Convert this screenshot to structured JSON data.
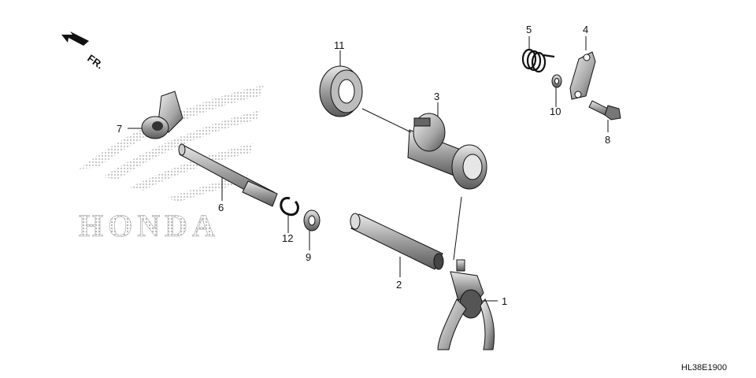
{
  "direction_label": "FR.",
  "watermark_text": "HONDA",
  "diagram_code": "HL38E1900",
  "callouts": [
    "1",
    "2",
    "3",
    "4",
    "5",
    "6",
    "7",
    "8",
    "9",
    "10",
    "11",
    "12"
  ],
  "colors": {
    "line": "#111111",
    "watermark": "#c8c8c8"
  }
}
